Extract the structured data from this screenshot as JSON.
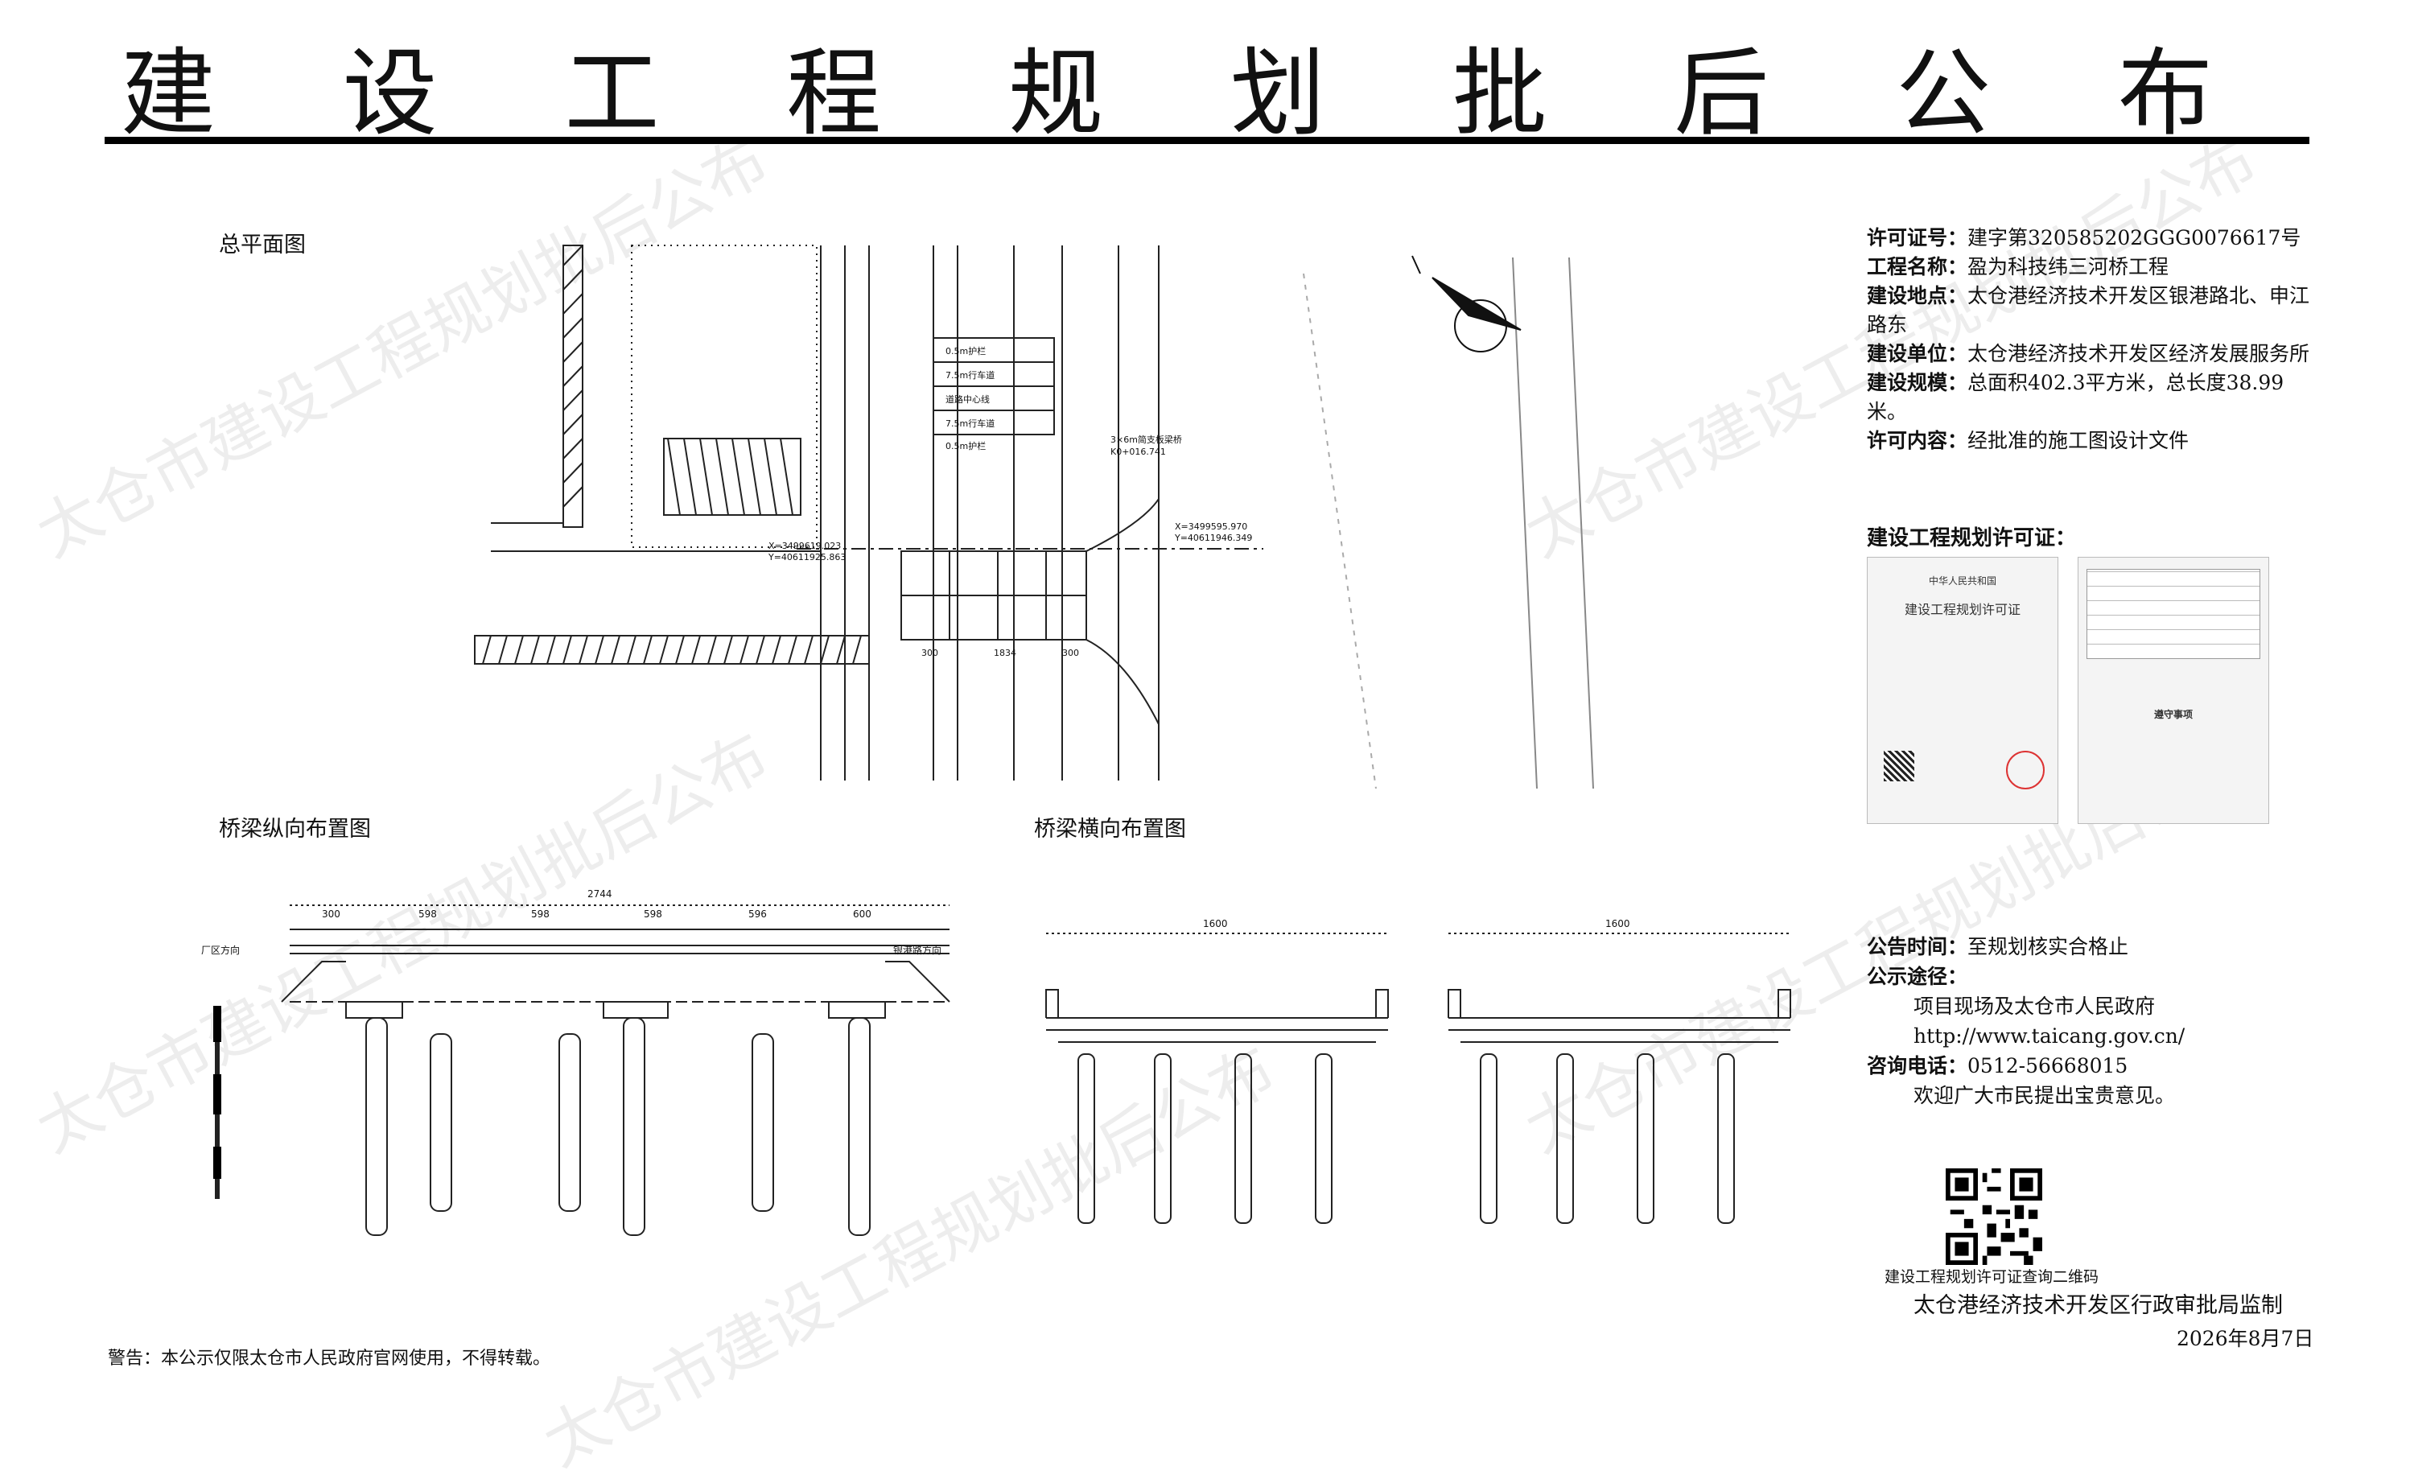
{
  "title_chars": [
    "建",
    "设",
    "工",
    "程",
    "规",
    "划",
    "批",
    "后",
    "公",
    "布"
  ],
  "watermark": "太仓市建设工程规划批后公布",
  "labels": {
    "plan": "总平面图",
    "long": "桥梁纵向布置图",
    "trans": "桥梁横向布置图"
  },
  "permit": {
    "no_label": "许可证号：",
    "no": "建字第320585202GGG0076617号",
    "project_label": "工程名称：",
    "project": "盈为科技纬三河桥工程",
    "site_label": "建设地点：",
    "site": "太仓港经济技术开发区银港路北、申江路东",
    "unit_label": "建设单位：",
    "unit": "太仓港经济技术开发区经济发展服务所",
    "scale_label": "建设规模：",
    "scale": "总面积402.3平方米，总长度38.99米。",
    "content_label": "许可内容：",
    "content": "经批准的施工图设计文件",
    "cert_heading": "建设工程规划许可证："
  },
  "cert": {
    "country": "中华人民共和国",
    "name": "建设工程规划许可证",
    "notes_title": "遵守事项"
  },
  "publicity": {
    "time_label": "公告时间：",
    "time": "至规划核实合格止",
    "way_label": "公示途径：",
    "way1": "项目现场及太仓市人民政府",
    "way2": "http://www.taicang.gov.cn/",
    "tel_label": "咨询电话：",
    "tel": "0512-56668015",
    "welcome": "欢迎广大市民提出宝贵意见。"
  },
  "qr_caption": "建设工程规划许可证查询二维码",
  "supervisor": "太仓港经济技术开发区行政审批局监制",
  "date": "2026年8月7日",
  "warning": "警告：本公示仅限太仓市人民政府官网使用，不得转载。",
  "drawing_text": {
    "bridge": "3×6m简支板梁桥",
    "k_center": "K0+016.741",
    "coord_a1": "X=3499619.023",
    "coord_a2": "Y=40611925.863",
    "coord_b1": "X=3499595.970",
    "coord_b2": "Y=40611946.349",
    "lane1": "0.5m护栏",
    "lane2": "7.5m行车道",
    "lane3": "道路中心线",
    "lane4": "7.5m行车道",
    "lane5": "0.5m护栏",
    "dim1": "300",
    "dim2": "1834",
    "dim3": "300",
    "left_dir": "厂区方向",
    "right_dir": "银港路方向",
    "total_len": "2744",
    "sp1": "300",
    "sp2": "598",
    "sp3": "598",
    "sp4": "598",
    "sp5": "596",
    "sp6": "600",
    "w1600": "1600"
  }
}
